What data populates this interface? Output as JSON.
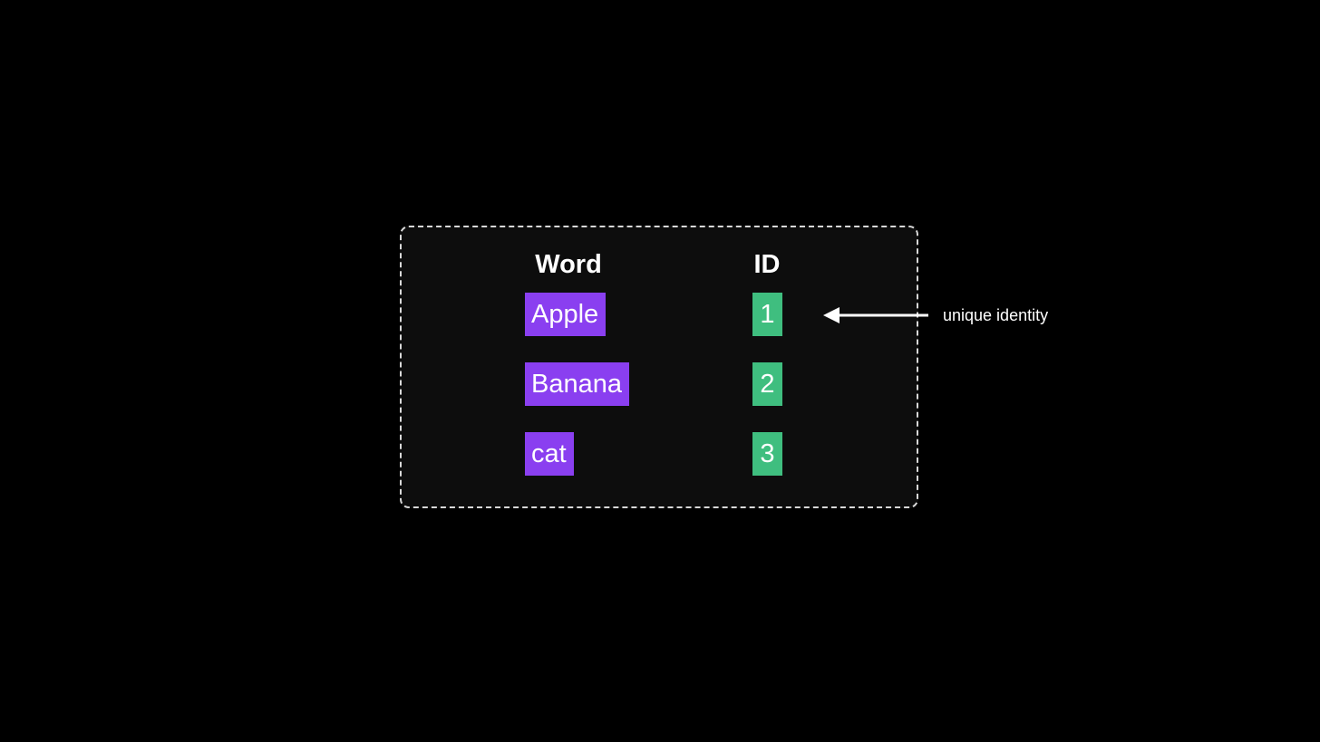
{
  "colors": {
    "background": "#000000",
    "panel": "#0d0d0d",
    "panel_border": "#d8d8d8",
    "word_chip": "#8a3ff0",
    "id_chip": "#3fbe7f",
    "text": "#ffffff"
  },
  "table": {
    "headers": {
      "word": "Word",
      "id": "ID"
    },
    "rows": [
      {
        "word": "Apple",
        "id": "1"
      },
      {
        "word": "Banana",
        "id": "2"
      },
      {
        "word": "cat",
        "id": "3"
      }
    ]
  },
  "annotation": {
    "text": "unique identity",
    "icon": "left-arrow-icon"
  }
}
